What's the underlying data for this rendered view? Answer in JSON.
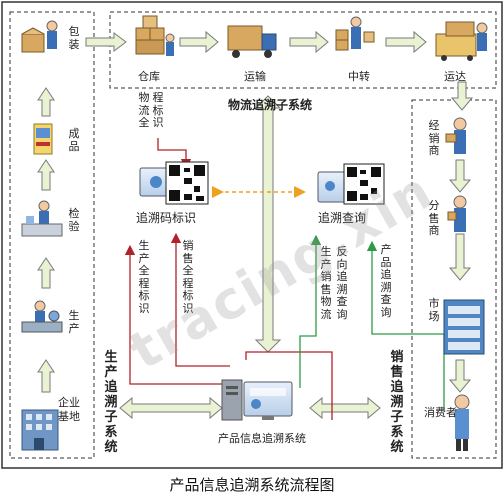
{
  "left_column": {
    "packaging": "包装",
    "finished_product": "成品",
    "inspection": "检验",
    "production": "生产",
    "enterprise_base": "企业基地"
  },
  "top_flow": {
    "warehouse": "仓库",
    "transport": "运输",
    "transfer": "中转",
    "arrival": "运达"
  },
  "right_column": {
    "distributor": "经销商",
    "sub_distributor": "分售商",
    "market": "市场",
    "consumer": "消费者"
  },
  "center": {
    "logistics_subsystem": "物流追溯子系统",
    "logistics_full_process_id": "物流全程标识",
    "trace_code_id": "追溯码标识",
    "trace_query": "追溯查询",
    "production_full_process_id": "生产全程标识",
    "sales_full_process_id": "销售全程标识",
    "reverse_trace_query": "反向追溯查询",
    "production_sales_logistics": "生产销售物流",
    "product_trace_query": "产品追溯查询",
    "production_trace_subsystem": "生产追溯子系统",
    "sales_trace_subsystem": "销售追溯子系统",
    "product_info_system": "产品信息追溯系统"
  },
  "caption": "产品信息追溯系统流程图",
  "watermark": "tracing.xin",
  "colors": {
    "block_arrow_fill": "#e9f2d3",
    "block_arrow_stroke": "#7a7a7a",
    "red_line": "#b0222a",
    "green_line": "#2e9a45",
    "dashed_arrow": "#f0a020",
    "dashed_border": "#333333"
  }
}
